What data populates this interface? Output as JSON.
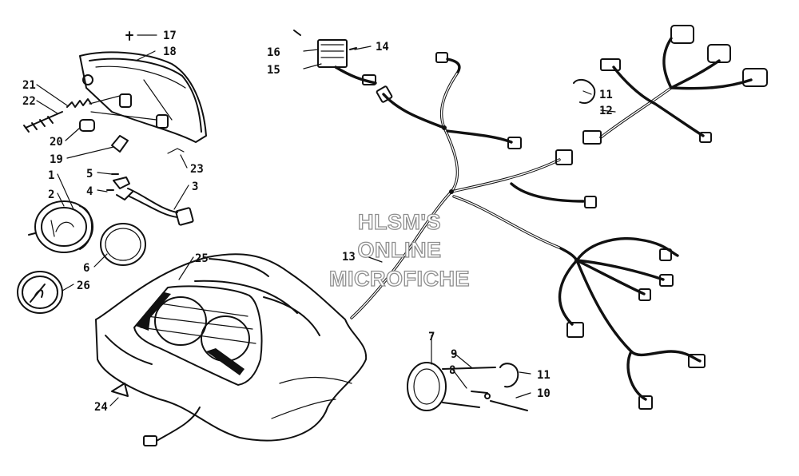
{
  "watermark": {
    "line1": "HLSM'S",
    "line2": "ONLINE",
    "line3": "MICROFICHE"
  },
  "callouts": {
    "c1": "1",
    "c2": "2",
    "c3": "3",
    "c4": "4",
    "c5": "5",
    "c6": "6",
    "c7": "7",
    "c8": "8",
    "c9": "9",
    "c10": "10",
    "c11a": "11",
    "c11b": "11",
    "c12": "12",
    "c13": "13",
    "c14": "14",
    "c15": "15",
    "c16": "16",
    "c17": "17",
    "c18": "18",
    "c19": "19",
    "c20": "20",
    "c21": "21",
    "c22": "22",
    "c23": "23",
    "c24": "24",
    "c25": "25",
    "c26": "26"
  }
}
